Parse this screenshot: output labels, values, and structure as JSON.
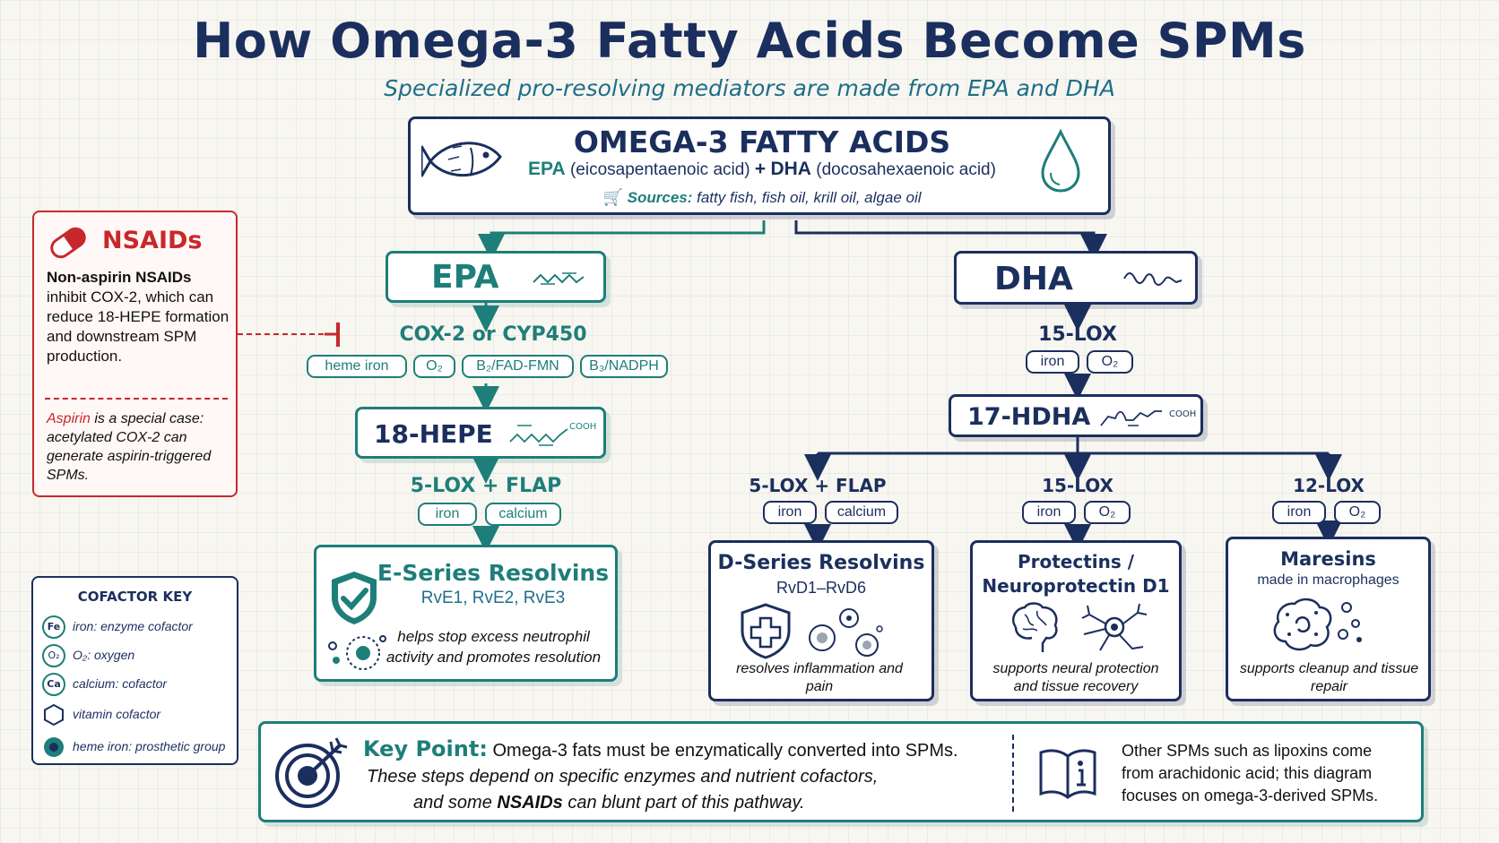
{
  "header": {
    "title": "How Omega-3 Fatty Acids Become SPMs",
    "subtitle": "Specialized pro-resolving mediators are made from EPA and DHA"
  },
  "omega3": {
    "heading": "OMEGA-3 FATTY ACIDS",
    "epa_abbr": "EPA",
    "epa_full": "(eicosapentaenoic acid)",
    "plus": "+",
    "dha_abbr": "DHA",
    "dha_full": "(docosahexaenoic acid)",
    "sources_label": "Sources:",
    "sources_text": "fatty fish, fish oil, krill oil, algae oil"
  },
  "nsaids": {
    "title": "NSAIDs",
    "bold_lead": "Non-aspirin NSAIDs",
    "text": "inhibit COX-2, which can reduce 18-HEPE formation and downstream SPM production.",
    "aspirin_word": "Aspirin",
    "aspirin_text": "is a special case: acetylated COX-2 can generate aspirin-triggered SPMs."
  },
  "cofactor_key": {
    "title": "COFACTOR KEY",
    "items": [
      {
        "symbol": "Fe",
        "label": "iron: enzyme cofactor"
      },
      {
        "symbol": "O₂",
        "label": "O₂: oxygen"
      },
      {
        "symbol": "Ca",
        "label": "calcium: cofactor"
      },
      {
        "symbol": "",
        "label": "vitamin cofactor"
      },
      {
        "symbol": "",
        "label": "heme iron: prosthetic group"
      }
    ]
  },
  "epa_branch": {
    "label": "EPA",
    "enzyme1": "COX-2 or CYP450",
    "cofactors1": [
      "heme iron",
      "O₂",
      "B₂/FAD-FMN",
      "B₃/NADPH"
    ],
    "intermediate": "18-HEPE",
    "cooh": "COOH",
    "enzyme2": "5-LOX + FLAP",
    "cofactors2": [
      "iron",
      "calcium"
    ],
    "product_title": "E-Series Resolvins",
    "product_sub": "RvE1, RvE2, RvE3",
    "product_desc": "helps stop excess neutrophil activity and promotes resolution"
  },
  "dha_branch": {
    "label": "DHA",
    "enzyme1": "15-LOX",
    "cofactors1": [
      "iron",
      "O₂"
    ],
    "intermediate": "17-HDHA",
    "cooh": "COOH",
    "sub_branches": [
      {
        "enzyme": "5-LOX + FLAP",
        "cofactors": [
          "iron",
          "calcium"
        ],
        "title": "D-Series Resolvins",
        "subtitle": "RvD1–RvD6",
        "desc": "resolves inflammation and pain"
      },
      {
        "enzyme": "15-LOX",
        "cofactors": [
          "iron",
          "O₂"
        ],
        "title": "Protectins / Neuroprotectin D1",
        "subtitle": "",
        "desc": "supports neural protection and tissue recovery"
      },
      {
        "enzyme": "12-LOX",
        "cofactors": [
          "iron",
          "O₂"
        ],
        "title": "Maresins",
        "subtitle": "made in macrophages",
        "desc": "supports cleanup and tissue repair"
      }
    ]
  },
  "key_point": {
    "label": "Key Point:",
    "line1": "Omega-3 fats must be enzymatically converted into SPMs.",
    "line2": "These steps depend on specific enzymes and nutrient cofactors,",
    "line3_pre": "and some",
    "line3_bold": "NSAIDs",
    "line3_post": "can blunt part of this pathway.",
    "side_note": "Other SPMs such as lipoxins come from arachidonic acid; this diagram focuses on omega-3-derived SPMs."
  },
  "colors": {
    "navy": "#1b2f5e",
    "teal": "#1e7e79",
    "red": "#c8282b",
    "background": "#f8f6f0"
  },
  "icons": [
    "fish-icon",
    "droplet-icon",
    "cart-icon",
    "pill-icon",
    "shield-check-icon",
    "shield-cross-icon",
    "brain-icon",
    "neuron-icon",
    "macrophage-icon",
    "target-icon",
    "book-info-icon"
  ]
}
